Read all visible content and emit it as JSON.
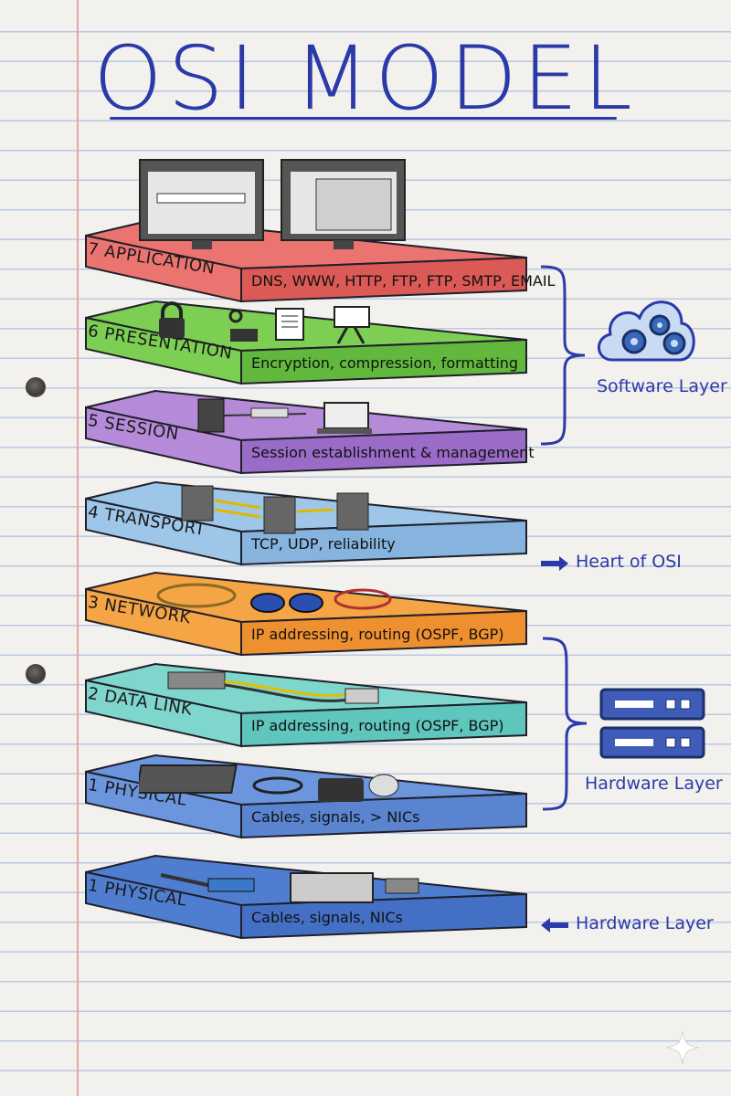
{
  "title": "OSI MODEL",
  "layers": [
    {
      "label": "7 APPLICATION",
      "desc": "DNS, WWW, HTTP, FTP, FTP, SMTP, EMAIL",
      "top_color": "#ec7470",
      "front_color": "#dc5a56"
    },
    {
      "label": "6 PRESENTATION",
      "desc": "Encryption, compression, formatting",
      "top_color": "#7ccf52",
      "front_color": "#62b83c"
    },
    {
      "label": "5 SESSION",
      "desc": "Session establishment & management",
      "top_color": "#b58ad9",
      "front_color": "#9a6cc8"
    },
    {
      "label": "4 TRANSPORT",
      "desc": "TCP, UDP, reliability",
      "top_color": "#9ec6e8",
      "front_color": "#86b4de"
    },
    {
      "label": "3 NETWORK",
      "desc": "IP addressing, routing (OSPF, BGP)",
      "top_color": "#f5a446",
      "front_color": "#ef9030"
    },
    {
      "label": "2 DATA LINK",
      "desc": "IP addressing, routing (OSPF, BGP)",
      "top_color": "#7fd6cd",
      "front_color": "#5fc6bd"
    },
    {
      "label": "1 PHYSICAL",
      "desc": "Cables, signals, > NICs",
      "top_color": "#6b95dc",
      "front_color": "#5a84d0"
    },
    {
      "label": "1 PHYSICAL",
      "desc": "Cables, signals, NICs",
      "top_color": "#4f7ed0",
      "front_color": "#4370c4"
    }
  ],
  "annotations": {
    "software_layer": "Software Layer",
    "heart_of_osi": "Heart of OSI",
    "hardware_layer_group": "Hardware Layer",
    "hardware_layer_bottom": "Hardware Layer"
  },
  "icons": [
    "monitor-icon",
    "lock-icon",
    "key-icon",
    "document-icon",
    "projector-icon",
    "server-icon",
    "laptop-icon",
    "router-icon",
    "cable-icon",
    "switch-icon",
    "nic-card-icon",
    "cloud-gears-icon",
    "server-rack-icon",
    "arrow-right-icon",
    "arrow-left-icon",
    "sparkle-icon"
  ],
  "colors": {
    "ink_blue": "#2a3aa8",
    "outline": "#1f1f2a"
  }
}
